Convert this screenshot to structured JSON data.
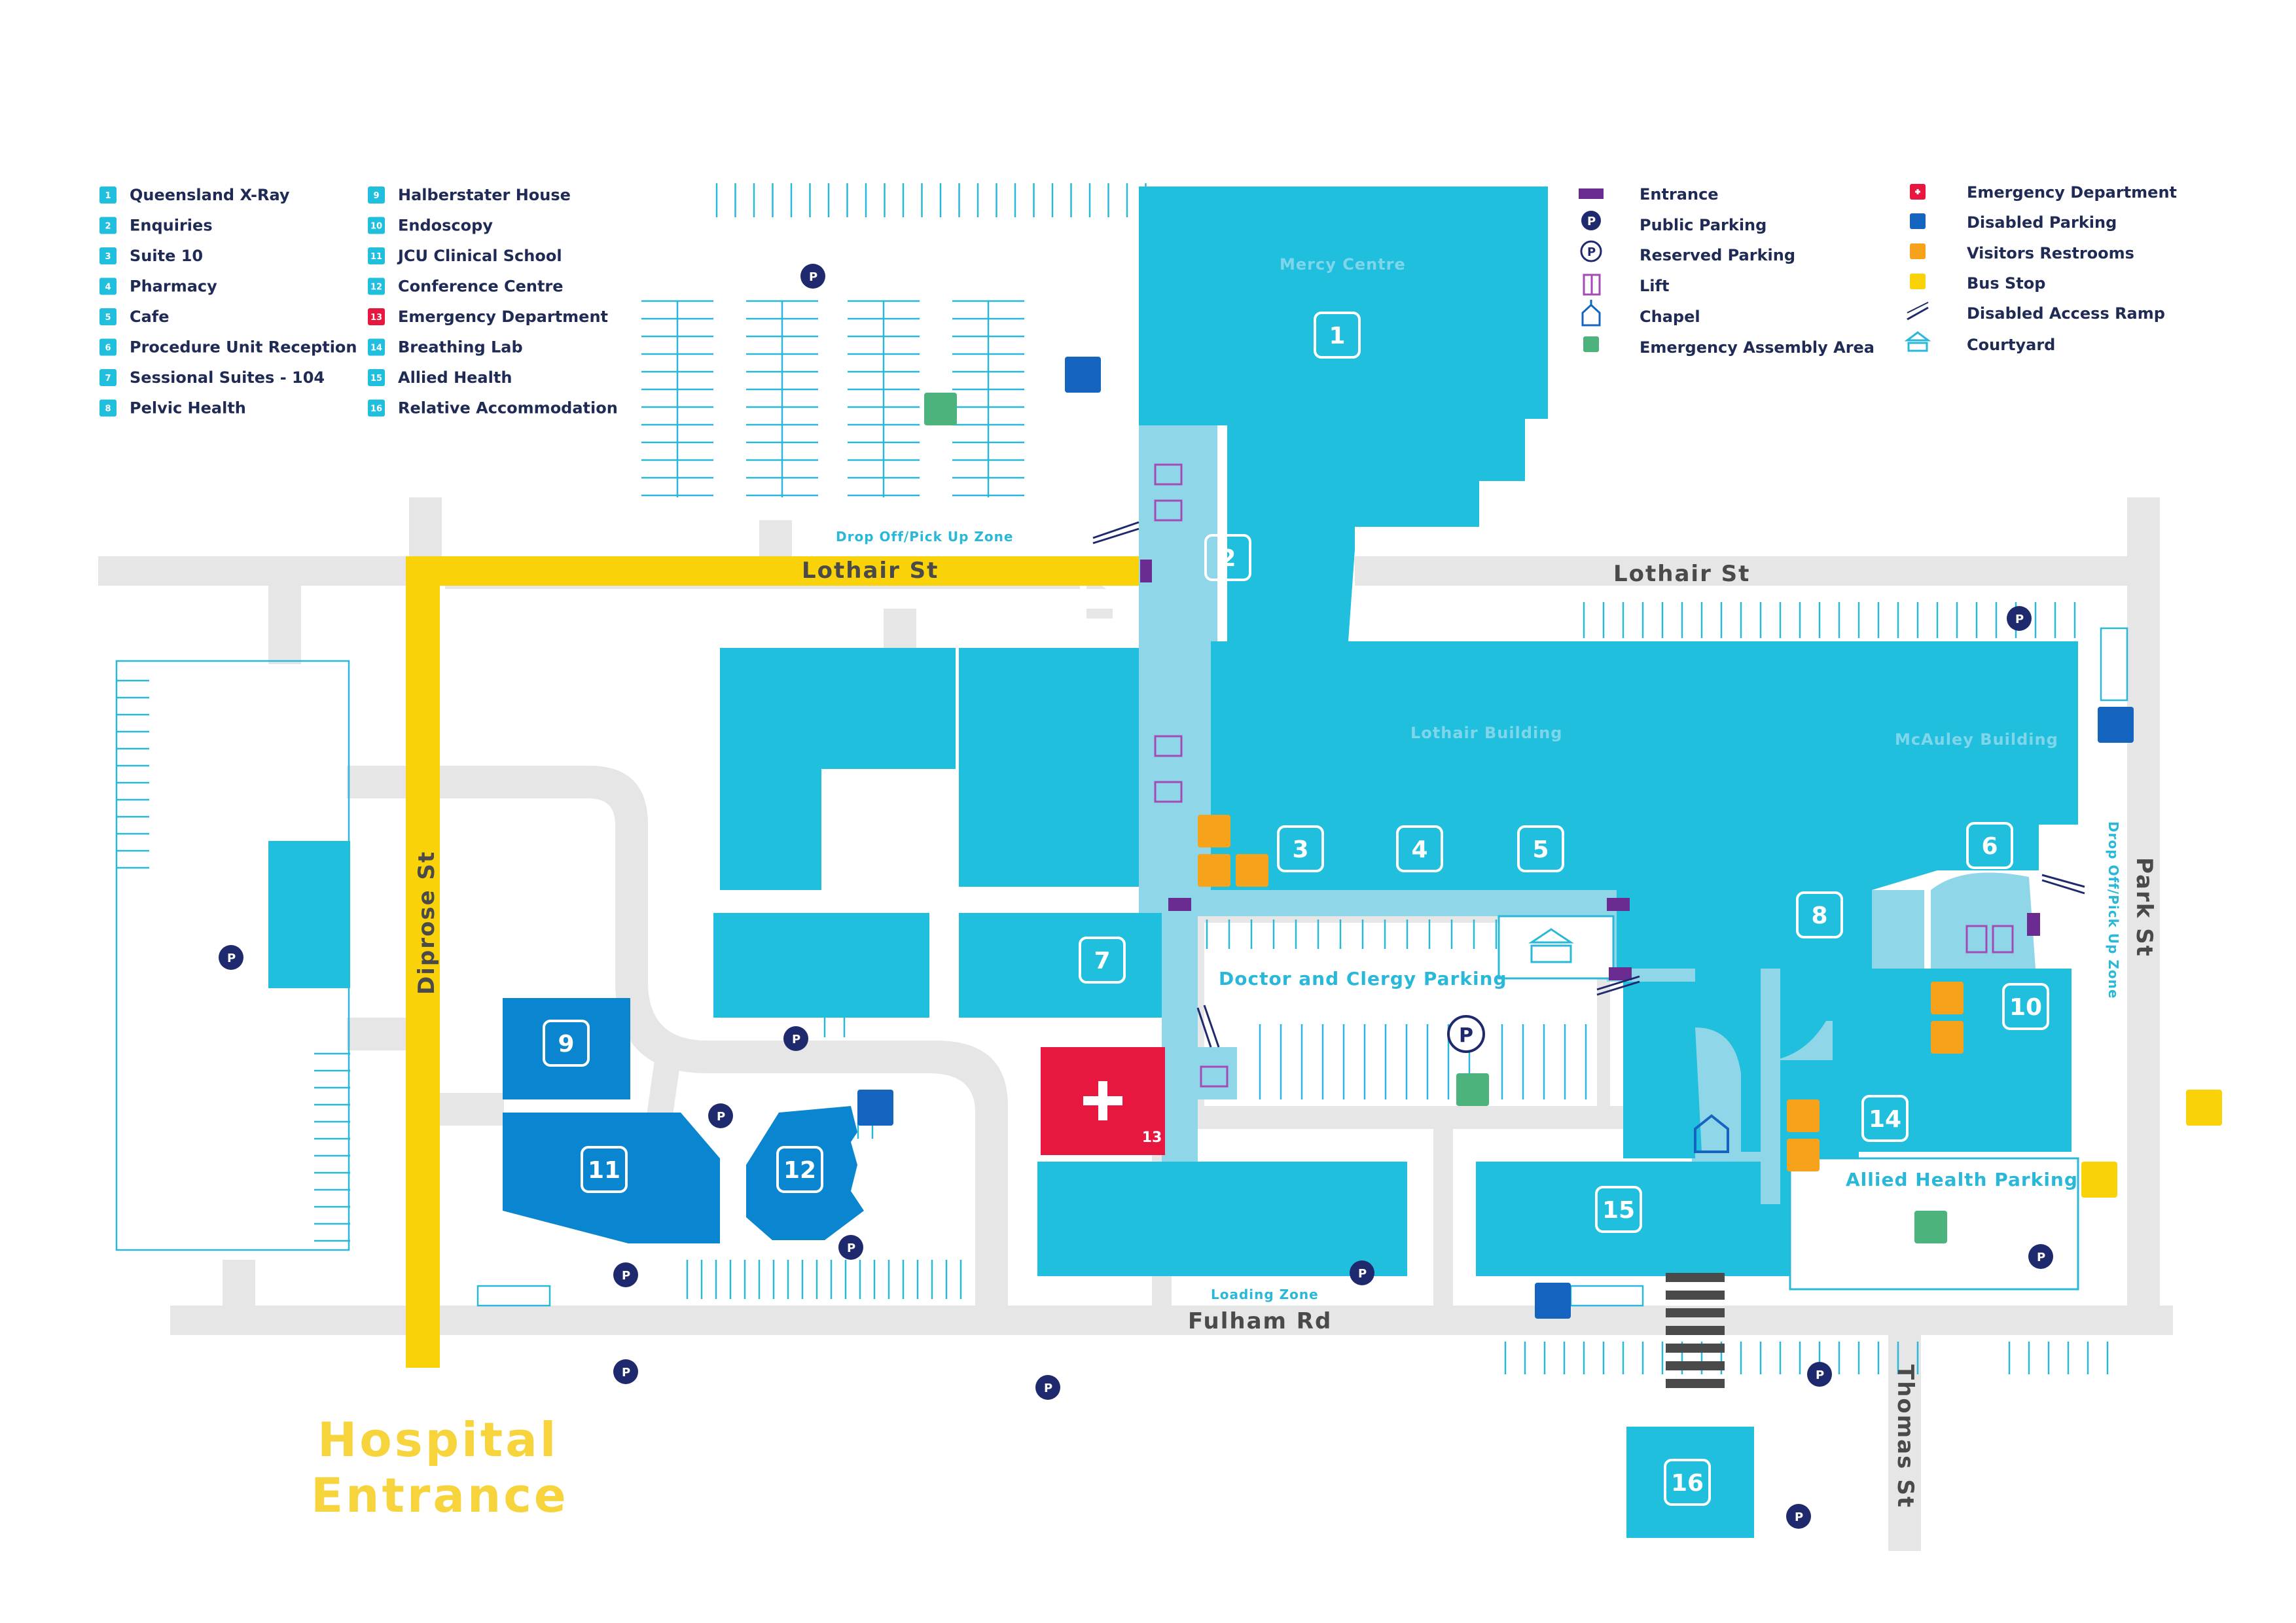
{
  "legend_buildings": [
    {
      "n": "1",
      "label": "Queensland X-Ray"
    },
    {
      "n": "2",
      "label": "Enquiries"
    },
    {
      "n": "3",
      "label": "Suite 10"
    },
    {
      "n": "4",
      "label": "Pharmacy"
    },
    {
      "n": "5",
      "label": "Cafe"
    },
    {
      "n": "6",
      "label": "Procedure Unit Reception"
    },
    {
      "n": "7",
      "label": "Sessional Suites - 104"
    },
    {
      "n": "8",
      "label": "Pelvic Health"
    },
    {
      "n": "9",
      "label": "Halberstater House"
    },
    {
      "n": "10",
      "label": "Endoscopy"
    },
    {
      "n": "11",
      "label": "JCU Clinical School"
    },
    {
      "n": "12",
      "label": "Conference Centre"
    },
    {
      "n": "13",
      "label": "Emergency Department"
    },
    {
      "n": "14",
      "label": "Breathing Lab"
    },
    {
      "n": "15",
      "label": "Allied Health"
    },
    {
      "n": "16",
      "label": "Relative Accommodation"
    }
  ],
  "legend_symbols_a": [
    {
      "icon": "entrance-icon",
      "label": "Entrance"
    },
    {
      "icon": "public-parking-icon",
      "label": "Public Parking"
    },
    {
      "icon": "reserved-parking-icon",
      "label": "Reserved Parking"
    },
    {
      "icon": "lift-icon",
      "label": "Lift"
    },
    {
      "icon": "chapel-icon",
      "label": "Chapel"
    },
    {
      "icon": "assembly-area-icon",
      "label": "Emergency Assembly Area"
    }
  ],
  "legend_symbols_b": [
    {
      "icon": "emergency-icon",
      "label": "Emergency Department"
    },
    {
      "icon": "disabled-parking-icon",
      "label": "Disabled Parking"
    },
    {
      "icon": "restrooms-icon",
      "label": "Visitors Restrooms"
    },
    {
      "icon": "bus-stop-icon",
      "label": "Bus Stop"
    },
    {
      "icon": "ramp-icon",
      "label": "Disabled Access Ramp"
    },
    {
      "icon": "courtyard-icon",
      "label": "Courtyard"
    }
  ],
  "streets": {
    "lothair_west": "Lothair St",
    "lothair_east": "Lothair St",
    "diprose": "Diprose St",
    "fulham": "Fulham Rd",
    "park": "Park St",
    "thomas": "Thomas St"
  },
  "building_names": {
    "mercy": "Mercy Centre",
    "lothair": "Lothair Building",
    "mcauley": "McAuley Building"
  },
  "zones": {
    "dropoff_top": "Drop Off/Pick Up Zone",
    "dropoff_park": "Drop Off/Pick Up Zone",
    "loading": "Loading Zone",
    "doctor_parking": "Doctor and Clergy Parking",
    "allied_parking": "Allied Health Parking"
  },
  "parking_letter": "P",
  "hospital_entrance": {
    "line1": "Hospital",
    "line2": "Entrance"
  },
  "map_numbers": {
    "b1": "1",
    "b2": "2",
    "b3": "3",
    "b4": "4",
    "b5": "5",
    "b6": "6",
    "b7": "7",
    "b8": "8",
    "b9": "9",
    "b10": "10",
    "b11": "11",
    "b12": "12",
    "b13": "13",
    "b14": "14",
    "b15": "15",
    "b16": "16"
  },
  "colors": {
    "building": "#1fbfdd",
    "building_light": "#8fd6e8",
    "building_dark": "#0a85cf",
    "road": "#e6e6e6",
    "diprose": "#f9d20a",
    "emergency": "#e8173f",
    "entrance": "#6a2c91",
    "navy": "#1f2a6e"
  }
}
